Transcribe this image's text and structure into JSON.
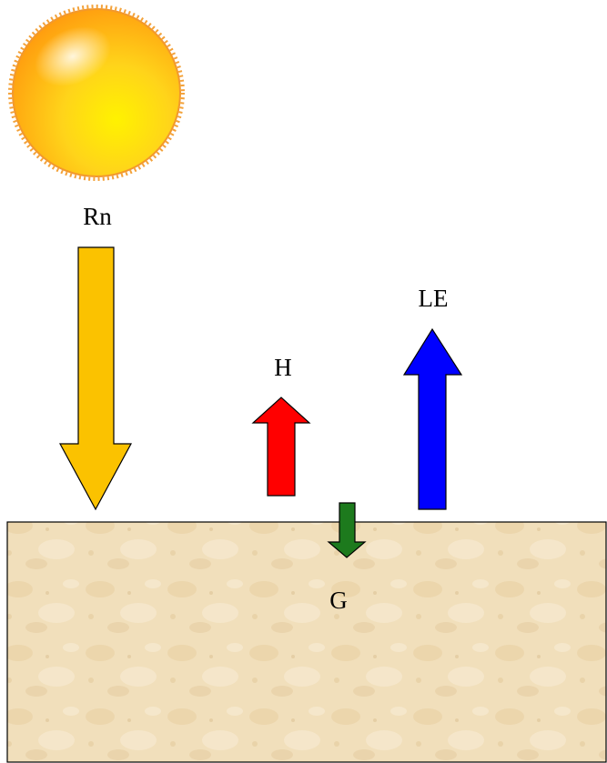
{
  "labels": {
    "net_radiation": "Rn",
    "sensible_heat": "H",
    "latent_heat": "LE",
    "ground_heat": "G"
  },
  "colors": {
    "net_radiation_arrow": "#fbc200",
    "sensible_heat_arrow": "#ff0000",
    "latent_heat_arrow": "#0000ff",
    "ground_heat_arrow": "#1d7a1d",
    "soil": "#f1dfbb",
    "sun": "#ffc21a"
  },
  "icons": {
    "sun": "sun-icon"
  }
}
